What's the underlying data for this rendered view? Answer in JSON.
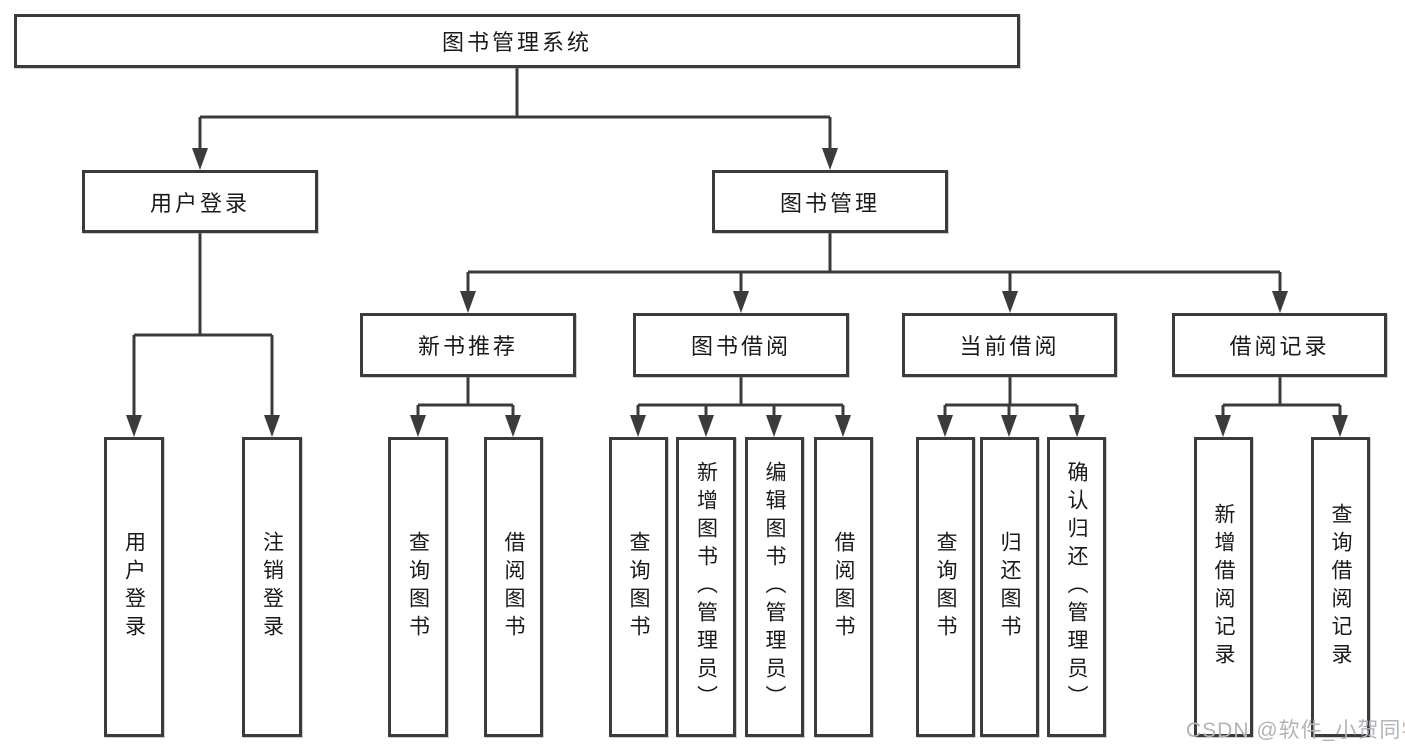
{
  "diagram": {
    "title": "图书管理系统",
    "nodes": {
      "root": {
        "label": "图书管理系统"
      },
      "level2": [
        {
          "label": "用户登录"
        },
        {
          "label": "图书管理"
        }
      ],
      "level3": [
        {
          "label": "新书推荐",
          "parent": "图书管理"
        },
        {
          "label": "图书借阅",
          "parent": "图书管理"
        },
        {
          "label": "当前借阅",
          "parent": "图书管理"
        },
        {
          "label": "借阅记录",
          "parent": "图书管理"
        }
      ],
      "leaves": [
        {
          "label": "用户登录",
          "parent": "用户登录"
        },
        {
          "label": "注销登录",
          "parent": "用户登录"
        },
        {
          "label": "查询图书",
          "parent": "新书推荐"
        },
        {
          "label": "借阅图书",
          "parent": "新书推荐"
        },
        {
          "label": "查询图书",
          "parent": "图书借阅"
        },
        {
          "label": "新增图书（管理员）",
          "parent": "图书借阅"
        },
        {
          "label": "编辑图书（管理员）",
          "parent": "图书借阅"
        },
        {
          "label": "借阅图书",
          "parent": "图书借阅"
        },
        {
          "label": "查询图书",
          "parent": "当前借阅"
        },
        {
          "label": "归还图书",
          "parent": "当前借阅"
        },
        {
          "label": "确认归还（管理员）",
          "parent": "当前借阅"
        },
        {
          "label": "新增借阅记录",
          "parent": "借阅记录"
        },
        {
          "label": "查询借阅记录",
          "parent": "借阅记录"
        }
      ]
    },
    "colors": {
      "line": "#3b3b3b",
      "text": "#1a1a1a",
      "background": "#ffffff",
      "watermark_gray": "#b3b3b8",
      "watermark_accent": "#e7a9ad"
    }
  },
  "watermark": {
    "prefix": "CSDN @软件_小贺同",
    "accent": "学"
  }
}
